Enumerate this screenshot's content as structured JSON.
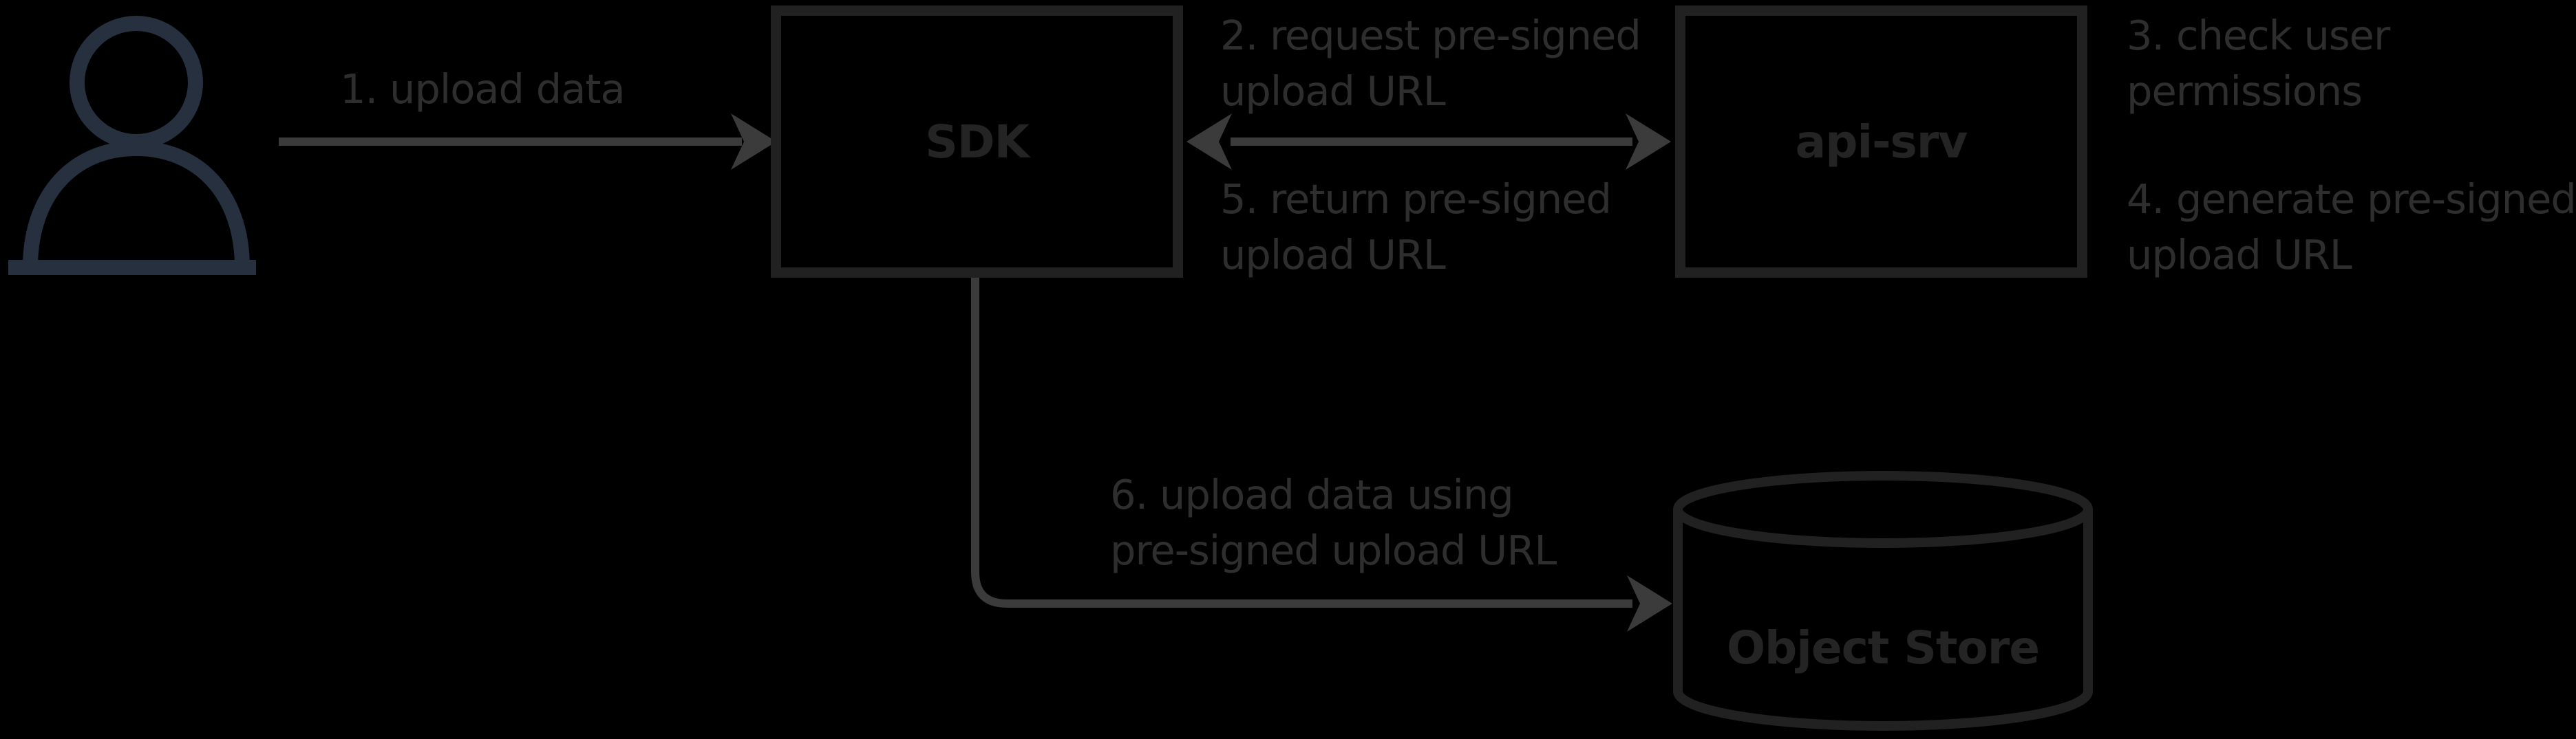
{
  "colors": {
    "background": "#000000",
    "person_icon": "#26303E",
    "arrow": "#3B3B3B",
    "shape_border": "#212121",
    "node_label": "#242424",
    "annotation_text": "#2E2E2E"
  },
  "icons": {
    "user": "person-icon",
    "object_store": "database-cylinder-icon"
  },
  "nodes": {
    "sdk": {
      "label": "SDK"
    },
    "api_srv": {
      "label": "api-srv"
    },
    "object_store": {
      "label": "Object Store"
    }
  },
  "annotations": {
    "step1": {
      "line1": "1. upload data"
    },
    "step2": {
      "line1": "2. request pre-signed",
      "line2": "upload URL"
    },
    "step3": {
      "line1": "3. check user",
      "line2": "permissions"
    },
    "step4": {
      "line1": "4. generate pre-signed",
      "line2": "upload URL"
    },
    "step5": {
      "line1": "5. return pre-signed",
      "line2": "upload URL"
    },
    "step6": {
      "line1": "6. upload data using",
      "line2": "pre-signed upload URL"
    }
  },
  "edges": {
    "user_to_sdk": {
      "from": "user",
      "to": "sdk",
      "direction": "right"
    },
    "sdk_api_bidirectional": {
      "from": "sdk",
      "to": "api_srv",
      "direction": "both"
    },
    "sdk_to_object_store": {
      "from": "sdk",
      "to": "object_store",
      "direction": "right-elbow"
    }
  }
}
